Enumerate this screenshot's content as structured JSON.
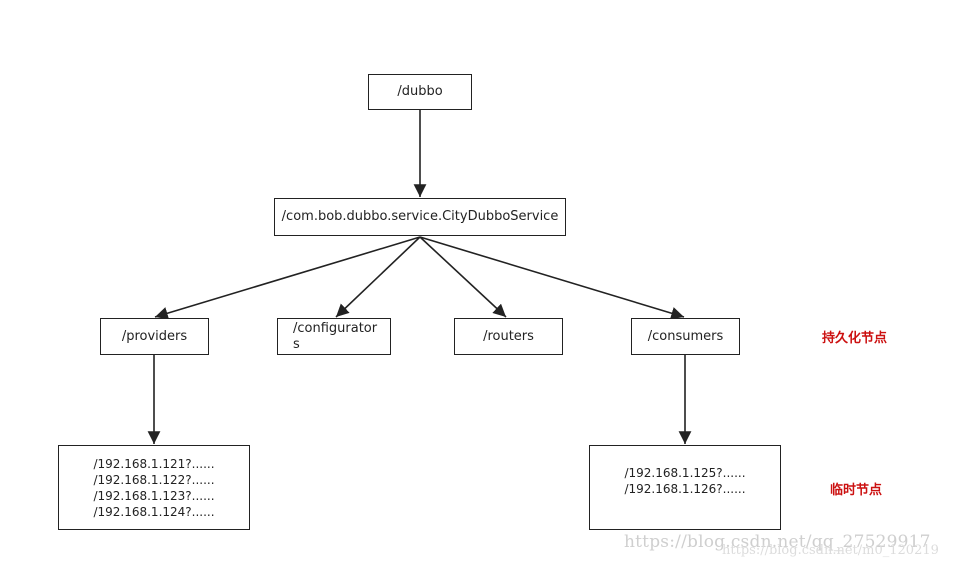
{
  "nodes": {
    "root": "/dubbo",
    "service": "/com.bob.dubbo.service.CityDubboService",
    "providers": "/providers",
    "configurators": "/configurator\ns",
    "routers": "/routers",
    "consumers": "/consumers",
    "provider_ips": [
      "/192.168.1.121?......",
      "/192.168.1.122?......",
      "/192.168.1.123?......",
      "/192.168.1.124?......"
    ],
    "consumer_ips": [
      "/192.168.1.125?......",
      "/192.168.1.126?......"
    ]
  },
  "legend": {
    "persistent": "持久化节点",
    "ephemeral": "临时节点"
  },
  "watermark": {
    "line1": "https://blog.csdn.net/qq_27529917",
    "line2": "https://blog.csdn.net/m0_120219"
  },
  "colors": {
    "line": "#222222",
    "legend": "#cc1111"
  }
}
